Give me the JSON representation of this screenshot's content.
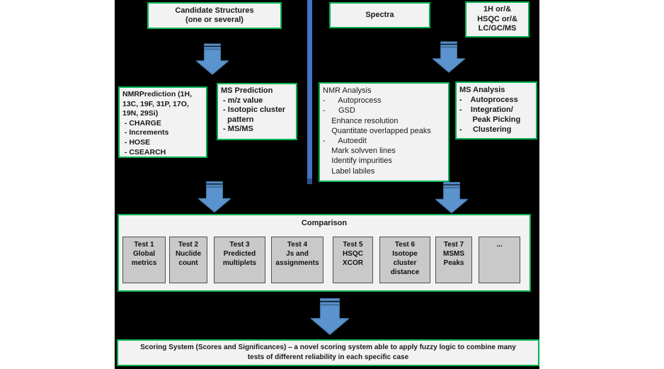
{
  "colors": {
    "page_background": "#ffffff",
    "diagram_background": "#000000",
    "box_border_green": "#00b050",
    "box_fill": "#f2f2f2",
    "divider_blue": "#4472c4",
    "divider_tip_blue": "#2f528f",
    "arrow_fill": "#5b93ce",
    "arrow_stroke": "#41719c",
    "test_box_fill": "#c9c9c9",
    "test_box_border": "#4f4f4f"
  },
  "icons": {
    "arrow": "striped-down-arrow"
  },
  "top_row": {
    "candidate_structures": "Candidate Structures\n(one or several)",
    "spectra": "Spectra",
    "inputs": "1H or/&\nHSQC or/&\nLC/GC/MS"
  },
  "prediction": {
    "nmr": "NMRPrediction (1H,\n13C, 19F, 31P, 17O,\n19N, 29Si)\n - CHARGE\n - Increments\n - HOSE\n - CSEARCH",
    "ms": "MS Prediction\n - m/z value\n - Isotopic cluster\n   pattern\n - MS/MS"
  },
  "analysis": {
    "nmr": "NMR Analysis\n-      Autoprocess\n-      GSD\n    Enhance resolution\n    Quantitate overlapped peaks\n-      Autoedit\n    Mark solvven lines\n    Identify impurities\n    Label labiles",
    "ms": "MS Analysis\n-    Autoprocess\n-    Integration/\n      Peak Picking\n-     Clustering"
  },
  "comparison": {
    "title": "Comparison",
    "tests": [
      "Test 1\nGlobal\nmetrics",
      "Test 2\nNuclide\ncount",
      "Test 3\nPredicted\nmultiplets",
      "Test 4\nJs and\nassignments",
      "Test 5\nHSQC\nXCOR",
      "Test 6\nIsotope\ncluster\ndistance",
      "Test 7\nMSMS\nPeaks",
      "..."
    ]
  },
  "scoring": "Scoring System (Scores and Significances) – a novel scoring system able to apply fuzzy logic to combine many\ntests of different reliability in each specific case"
}
